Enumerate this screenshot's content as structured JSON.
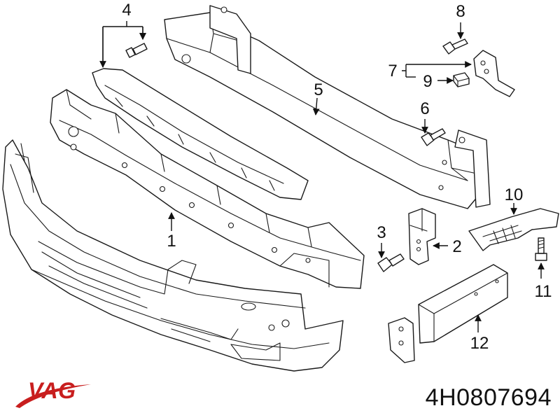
{
  "brand": {
    "name": "VAG",
    "color": "#c81e1e"
  },
  "part_number": "4H0807694",
  "callouts": {
    "c1": "1",
    "c2": "2",
    "c3": "3",
    "c4": "4",
    "c5": "5",
    "c6": "6",
    "c7": "7",
    "c8": "8",
    "c9": "9",
    "c10": "10",
    "c11": "11",
    "c12": "12"
  }
}
